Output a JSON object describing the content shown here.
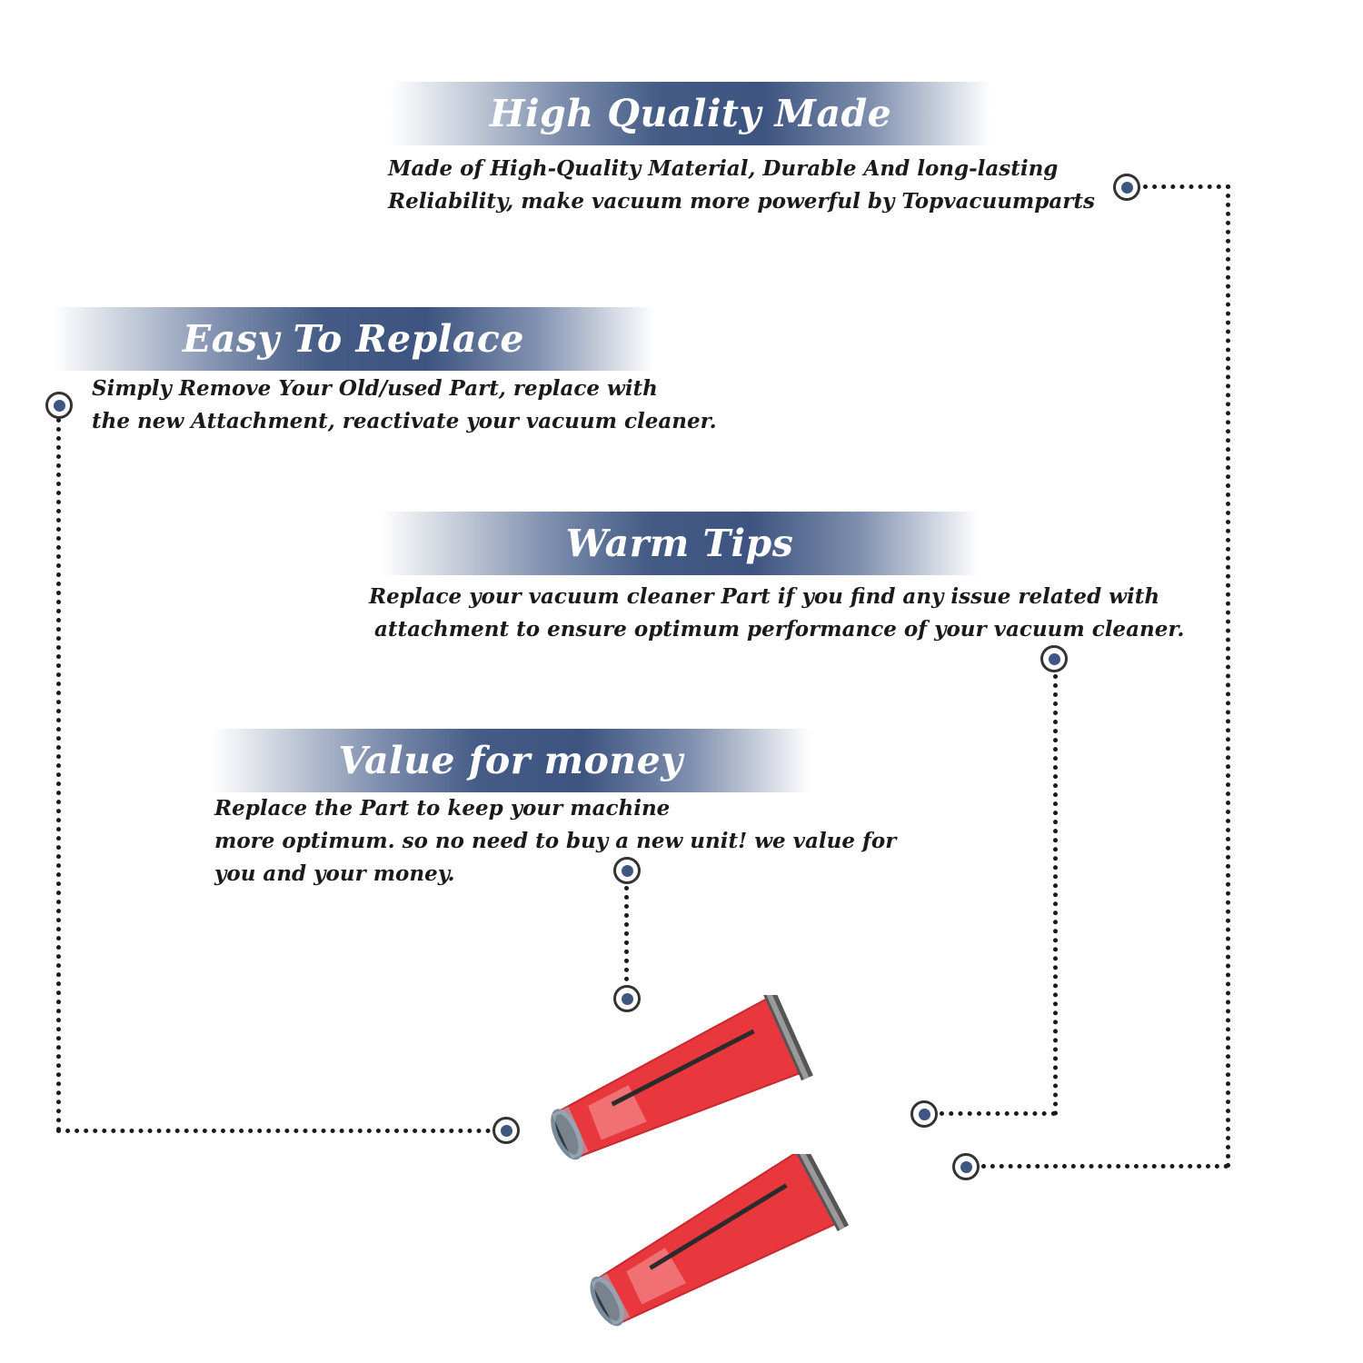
{
  "sections": {
    "high_quality": {
      "title": "High Quality Made",
      "lines": [
        "Made of  High-Quality Material, Durable And long-lasting",
        "Reliability, make vacuum more powerful by Topvacuumparts"
      ]
    },
    "easy_replace": {
      "title": "Easy To Replace",
      "lines": [
        "Simply Remove Your Old/used Part, replace with",
        "the new Attachment, reactivate your vacuum cleaner."
      ]
    },
    "warm_tips": {
      "title": "Warm Tips",
      "lines": [
        "Replace your vacuum cleaner Part if you find any issue related with",
        "attachment to ensure optimum performance of your vacuum cleaner."
      ]
    },
    "value_money": {
      "title": "Value for money",
      "lines": [
        "Replace the Part to keep your machine",
        "more optimum. so no need to buy a new unit! we value for",
        "you and your money."
      ]
    }
  },
  "colors": {
    "banner_blue": "#3d5480",
    "node_blue": "#3f5683",
    "text": "#1a1a1a",
    "bag_red": "#e8373d"
  },
  "product": {
    "name": "vacuum-bag",
    "count": 2
  }
}
